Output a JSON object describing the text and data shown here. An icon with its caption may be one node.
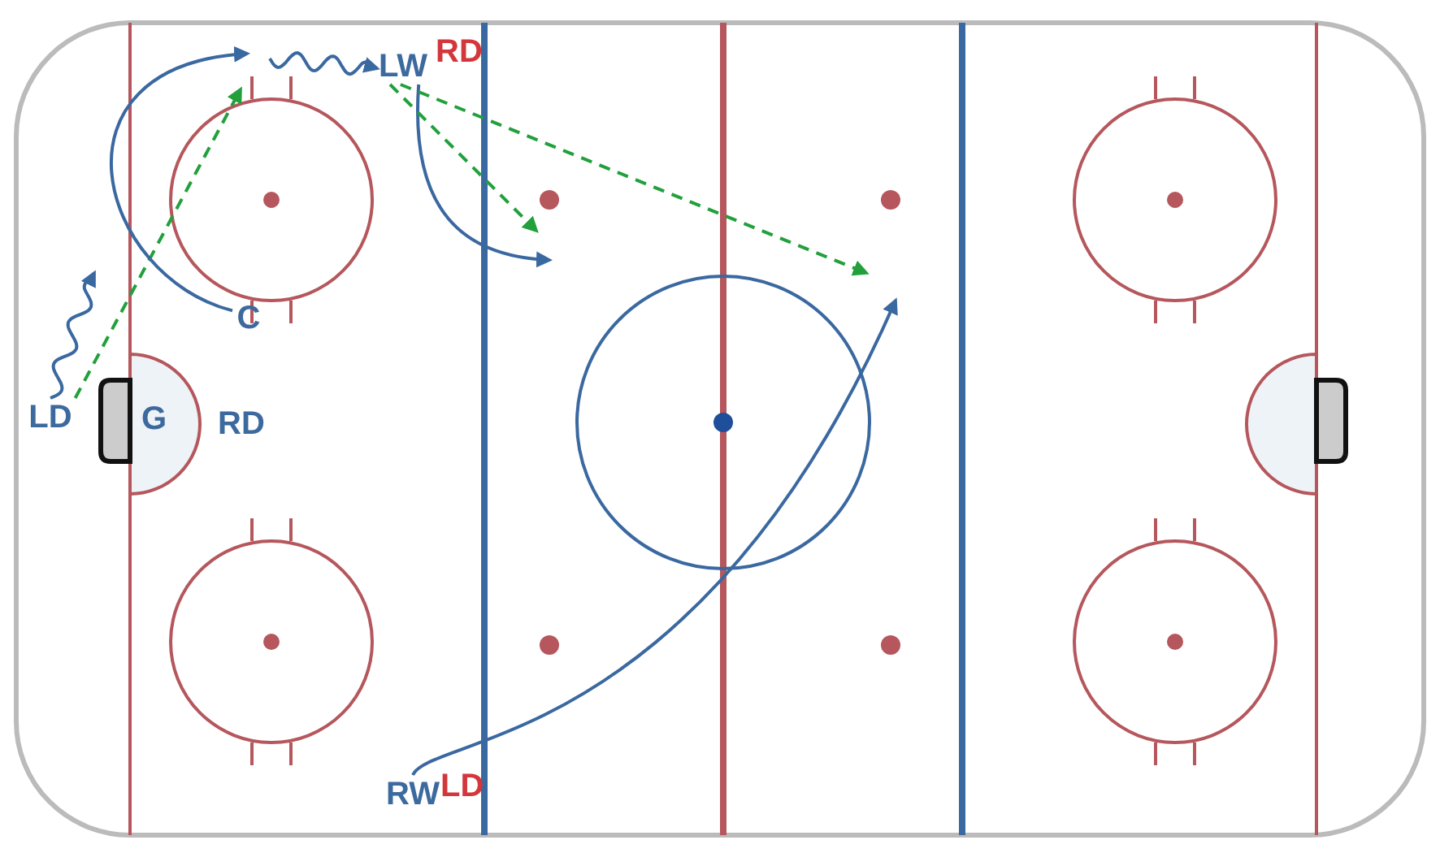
{
  "diagram": {
    "nodes": [
      {
        "text": [
          "LW"
        ],
        "beside": [
          "RD"
        ]
      },
      {
        "text": [
          "C"
        ]
      },
      {
        "text": [
          "LD"
        ]
      },
      {
        "text": [
          "RW"
        ],
        "beside": [
          "LD"
        ]
      }
    ],
    "edges": [
      {
        "from": 2,
        "to": null,
        "arrow": "to"
      },
      {
        "from": 2,
        "to": null,
        "arrow": "to",
        "style": "dashed",
        "color": "#22a03c"
      },
      {
        "from": 1,
        "to": null,
        "arrow": "to"
      },
      {
        "from": null,
        "to": 0,
        "arrow": "to"
      },
      {
        "from": 0,
        "to": null,
        "arrow": "to"
      },
      {
        "from": 0,
        "to": null,
        "arrow": "to",
        "style": "dashed",
        "color": "#22a03c"
      },
      {
        "from": 0,
        "to": null,
        "arrow": "to",
        "style": "dashed",
        "color": "#22a03c"
      },
      {
        "from": 3,
        "to": null,
        "arrow": "to"
      }
    ],
    "labels": [
      "G",
      "RD"
    ]
  }
}
